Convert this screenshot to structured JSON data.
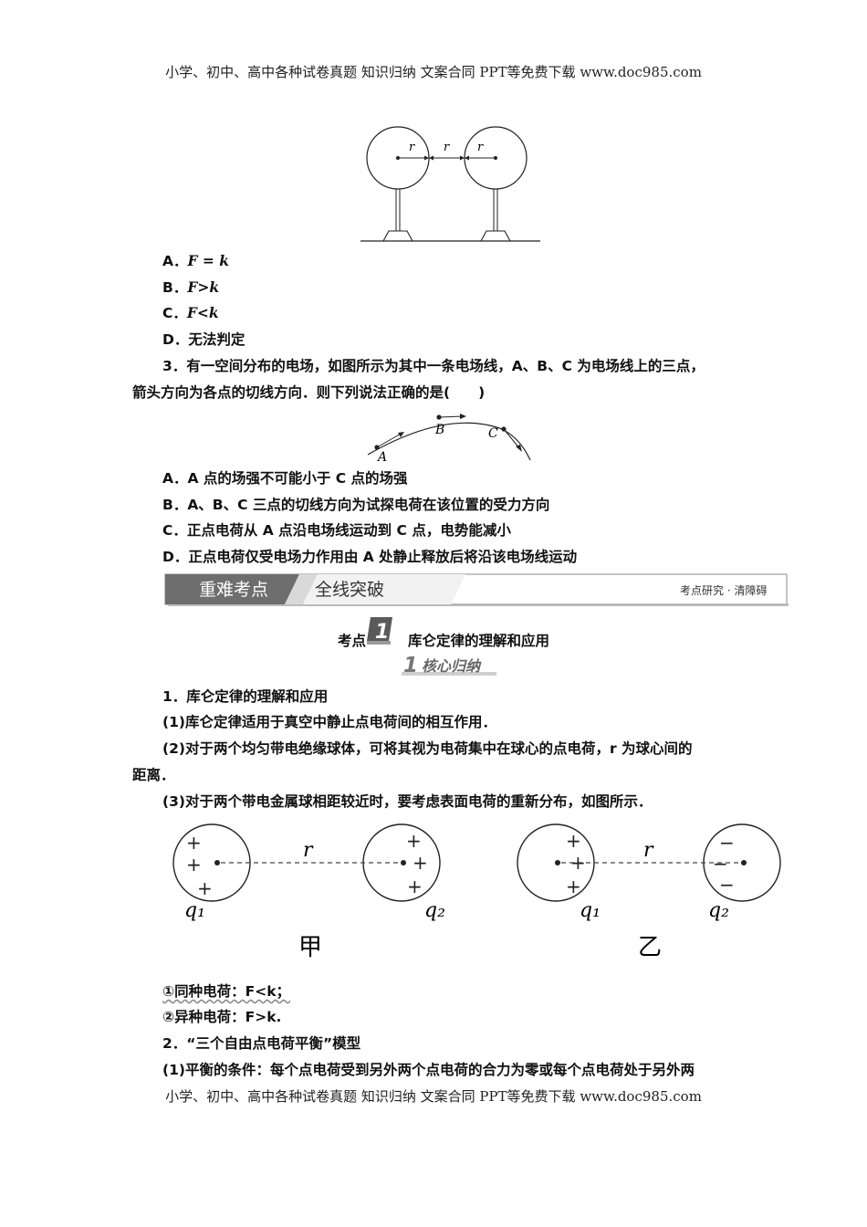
{
  "header": "小学、初中、高中各种试卷真题  知识归纳  文案合同  PPT等免费下载     www.doc985.com",
  "footer": "小学、初中、高中各种试卷真题  知识归纳  文案合同  PPT等免费下载     www.doc985.com",
  "fig1": {
    "r_left": "r",
    "r_mid": "r",
    "r_right": "r"
  },
  "q2_options": [
    {
      "label": "A．",
      "text": "F = k"
    },
    {
      "label": "B．",
      "text": "F>k"
    },
    {
      "label": "C．",
      "text": "F<k"
    },
    {
      "label": "D．",
      "text": "无法判定"
    }
  ],
  "q3": {
    "line1": "3．有一空间分布的电场，如图所示为其中一条电场线，A、B、C 为电场线上的三点，",
    "line2": "箭头方向为各点的切线方向．则下列说法正确的是(　　)",
    "points": [
      "A",
      "B",
      "C"
    ],
    "options": [
      "A．A 点的场强不可能小于 C 点的场强",
      "B．A、B、C 三点的切线方向为试探电荷在该位置的受力方向",
      "C．正点电荷从 A 点沿电场线运动到 C 点，电势能减小",
      "D．正点电荷仅受电场力作用由 A 处静止释放后将沿该电场线运动"
    ]
  },
  "banner": {
    "left": "重难考点",
    "middle": "全线突破",
    "right": "考点研究 · 清障碍"
  },
  "topic": {
    "prefix": "考点",
    "number": "1",
    "title": "库仑定律的理解和应用"
  },
  "subhead": {
    "number": "1",
    "text": "核心归纳"
  },
  "section1": {
    "title": "1．库仑定律的理解和应用",
    "p1": "(1)库仑定律适用于真空中静止点电荷间的相互作用．",
    "p2_line1": "(2)对于两个均匀带电绝缘球体，可将其视为电荷集中在球心的点电荷，r 为球心间的",
    "p2_line2": "距离．",
    "p3": "(3)对于两个带电金属球相距较近时，要考虑表面电荷的重新分布，如图所示．"
  },
  "fig2": {
    "left": {
      "r": "r",
      "q1": "q₁",
      "q2": "q₂",
      "caption": "甲"
    },
    "right": {
      "r": "r",
      "q1": "q₁",
      "q2": "q₂",
      "caption": "乙"
    }
  },
  "cases": {
    "same": "①同种电荷：F<k；",
    "opposite": "②异种电荷：F>k."
  },
  "section2": {
    "title": "2．“三个自由点电荷平衡”模型",
    "p1": "(1)平衡的条件：每个点电荷受到另外两个点电荷的合力为零或每个点电荷处于另外两"
  }
}
